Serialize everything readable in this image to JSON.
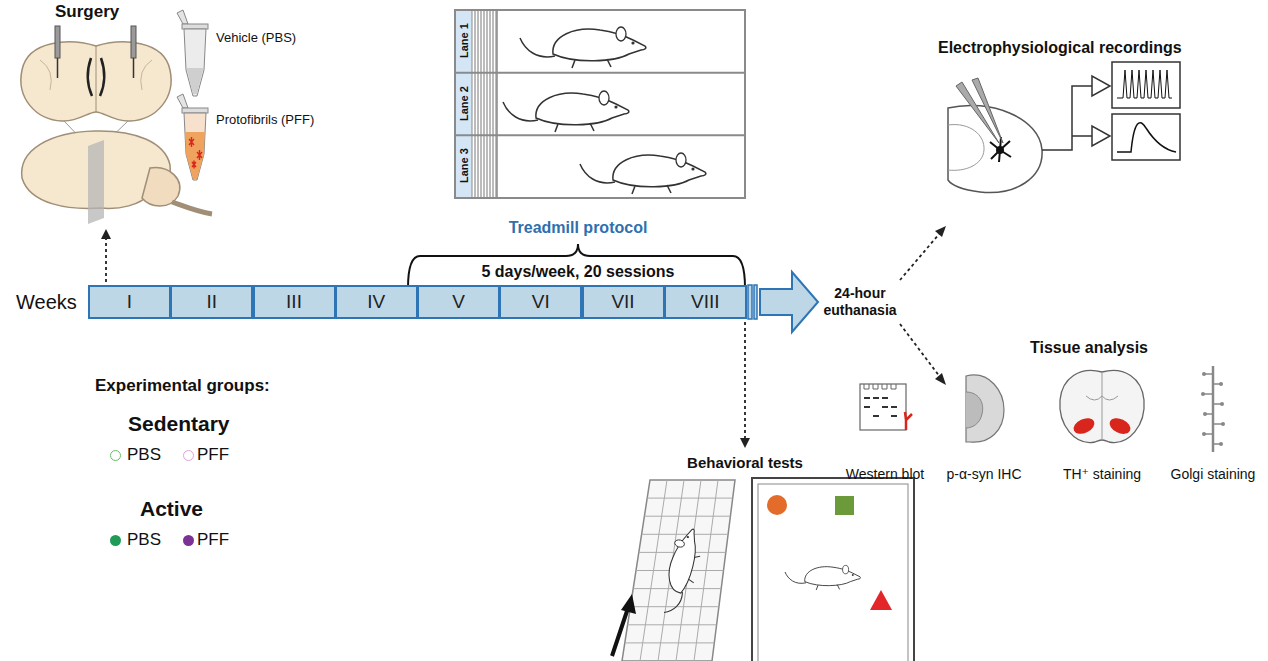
{
  "diagram": {
    "nodes": [
      {
        "text": [
          "I"
        ]
      },
      {
        "text": [
          "II"
        ]
      },
      {
        "text": [
          "III"
        ]
      },
      {
        "text": [
          "IV"
        ]
      },
      {
        "text": [
          "V"
        ]
      },
      {
        "text": [
          "VI"
        ]
      },
      {
        "text": [
          "VII"
        ]
      },
      {
        "text": [
          "VIII"
        ]
      }
    ],
    "labels": [
      "Surgery",
      "Vehicle (PBS)",
      "Protofibrils (PFF)",
      "Lane 1",
      "Lane 2",
      "Lane 3",
      "Treadmill protocol",
      "5 days/week, 20 sessions",
      "Weeks",
      "24-hour euthanasia",
      "Electrophysiological recordings",
      "Tissue analysis",
      "Western blot",
      "p-α-syn IHC",
      "TH⁺ staining",
      "Golgi staining",
      "Behavioral tests",
      "Experimental groups:",
      "Sedentary",
      "Active"
    ],
    "legend": [
      {
        "text": "PBS",
        "color": "#6abf69"
      },
      {
        "text": "PFF",
        "color": "#d9a6d8"
      },
      {
        "text": "PBS",
        "color": "#1f9a57"
      },
      {
        "text": "PFF",
        "color": "#7b3294"
      }
    ]
  }
}
